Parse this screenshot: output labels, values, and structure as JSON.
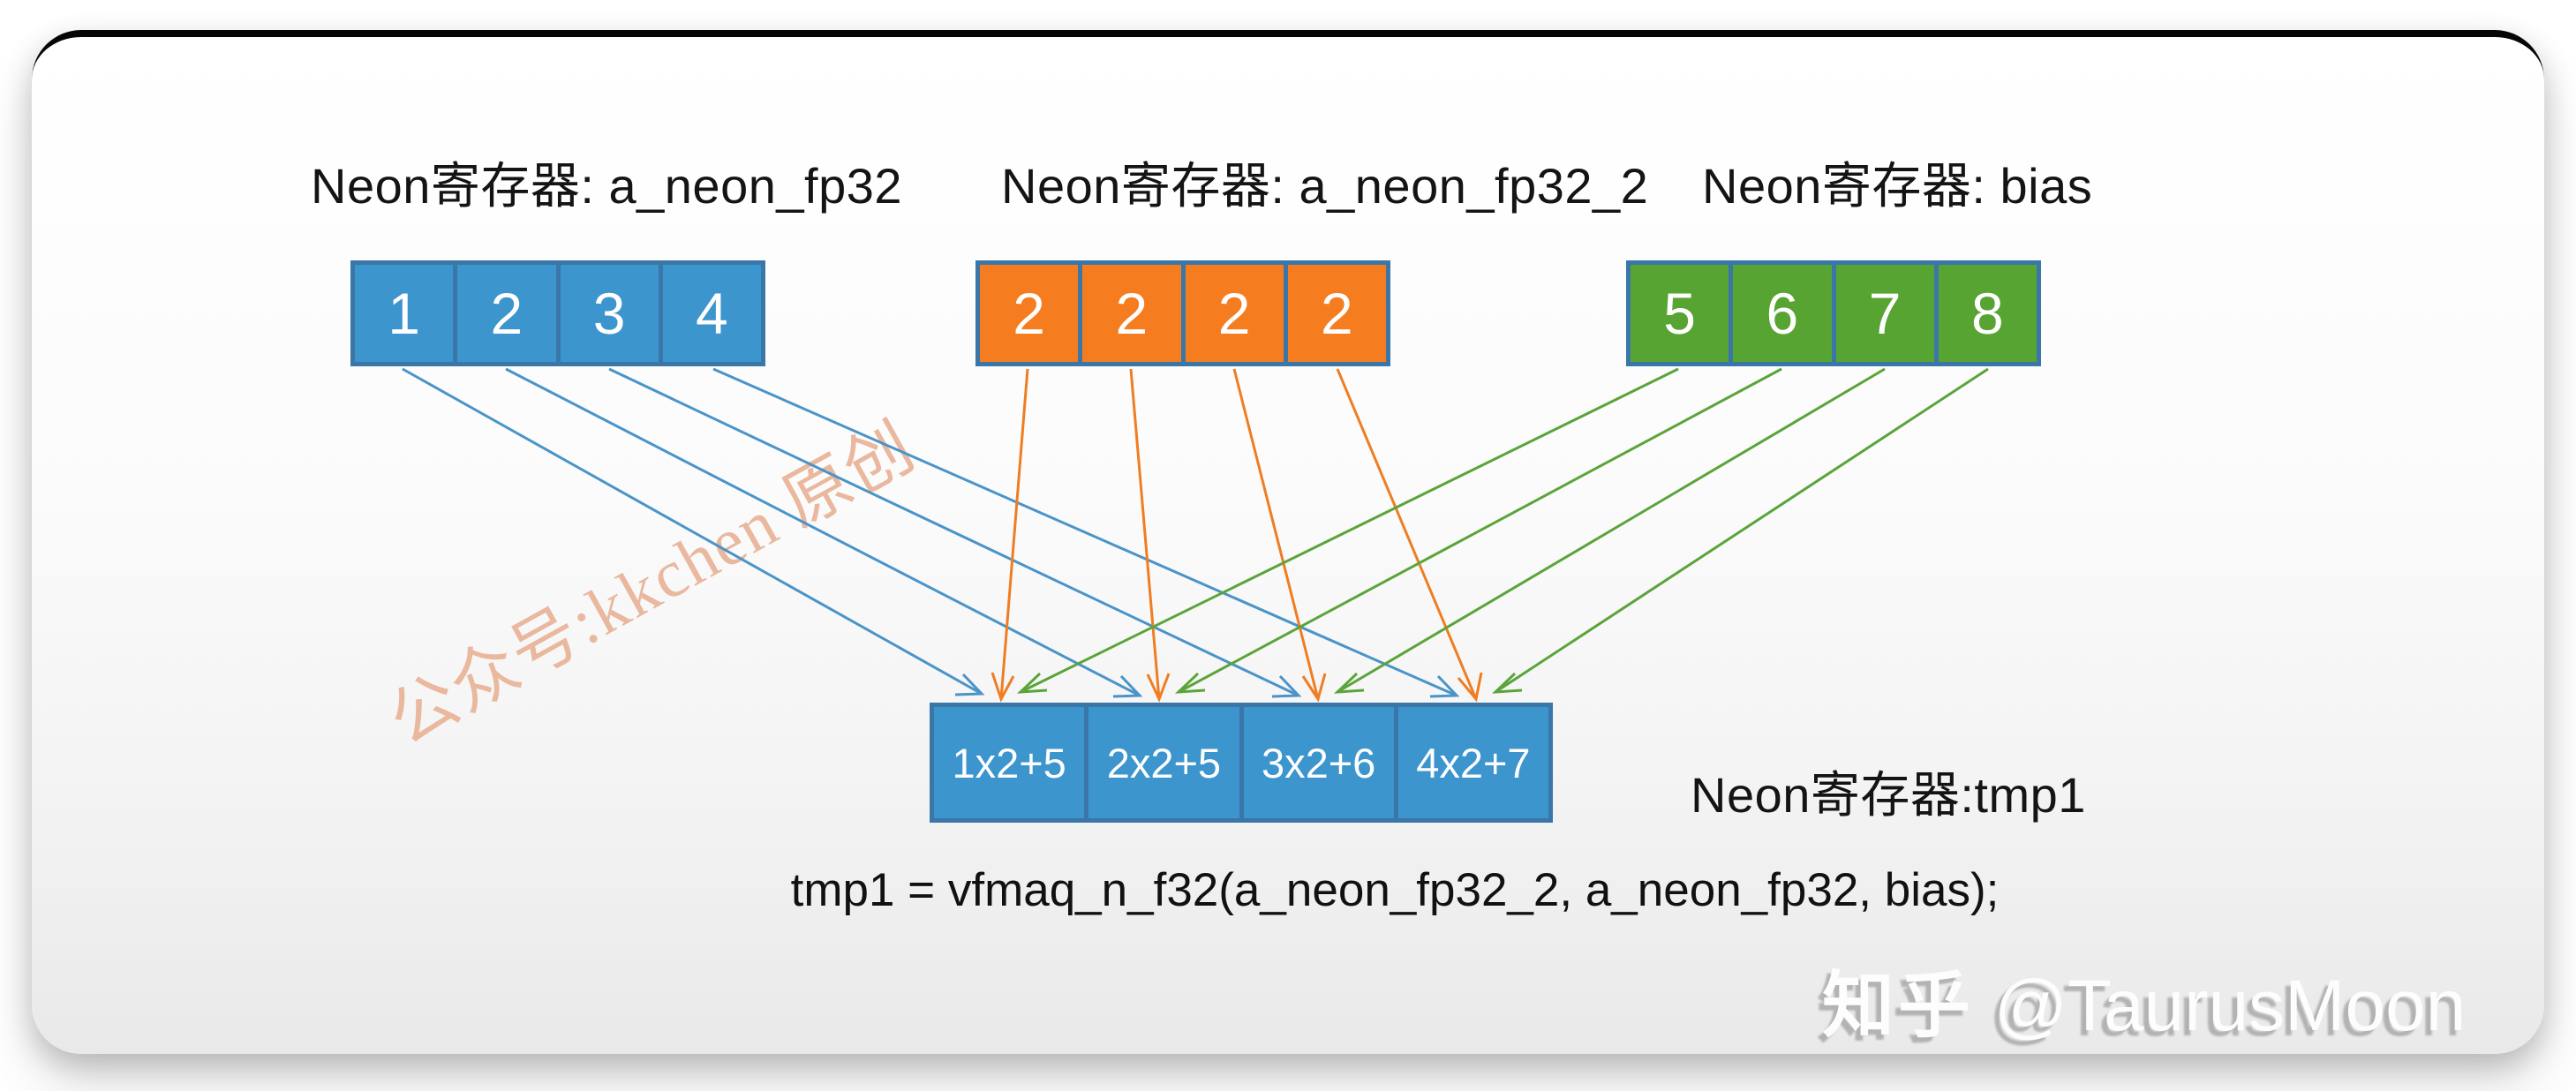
{
  "registers": [
    {
      "name": "a_neon_fp32",
      "label": "Neon寄存器:  a_neon_fp32",
      "values": [
        "1",
        "2",
        "3",
        "4"
      ]
    },
    {
      "name": "a_neon_fp32_2",
      "label": "Neon寄存器: a_neon_fp32_2",
      "values": [
        "2",
        "2",
        "2",
        "2"
      ]
    },
    {
      "name": "bias",
      "label": "Neon寄存器: bias",
      "values": [
        "5",
        "6",
        "7",
        "8"
      ]
    },
    {
      "name": "tmp1",
      "label": "Neon寄存器:tmp1",
      "values": [
        "1x2+5",
        "2x2+5",
        "3x2+6",
        "4x2+7"
      ]
    }
  ],
  "formula": "tmp1 = vfmaq_n_f32(a_neon_fp32_2, a_neon_fp32, bias);",
  "watermarks": {
    "diagonal": "公众号:kkchen 原创",
    "zhihu_prefix": "知乎",
    "zhihu_user": "@TaurusMoon"
  },
  "colors": {
    "cell_blue": "#3d95ce",
    "cell_orange": "#f57d20",
    "cell_green": "#57a433",
    "cell_border": "#3a76a8",
    "line_blue": "#4a94c8",
    "line_orange": "#ef7d22",
    "line_green": "#5aa43a",
    "wm_diagonal": "#e9b89e"
  }
}
